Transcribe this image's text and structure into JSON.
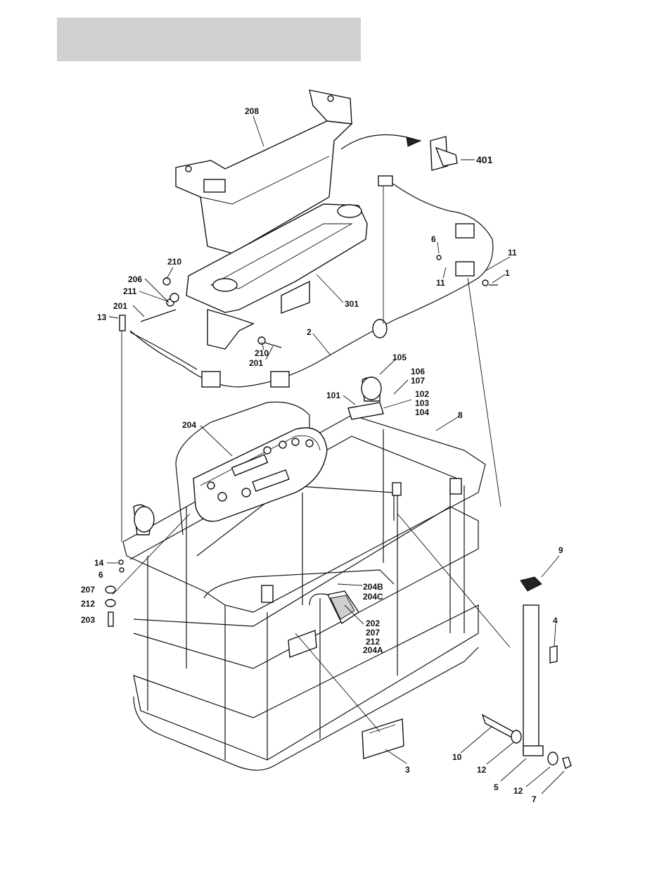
{
  "header": {
    "color": "#d0d0d0"
  },
  "callouts": [
    {
      "id": "c208",
      "text": "208"
    },
    {
      "id": "c401",
      "text": "401"
    },
    {
      "id": "c6a",
      "text": "6"
    },
    {
      "id": "c11a",
      "text": "11"
    },
    {
      "id": "c1",
      "text": "1"
    },
    {
      "id": "c11b",
      "text": "11"
    },
    {
      "id": "c210a",
      "text": "210"
    },
    {
      "id": "c206",
      "text": "206"
    },
    {
      "id": "c211",
      "text": "211"
    },
    {
      "id": "c201a",
      "text": "201"
    },
    {
      "id": "c13",
      "text": "13"
    },
    {
      "id": "c301",
      "text": "301"
    },
    {
      "id": "c2",
      "text": "2"
    },
    {
      "id": "c210b",
      "text": "210"
    },
    {
      "id": "c201b",
      "text": "201"
    },
    {
      "id": "c105",
      "text": "105"
    },
    {
      "id": "c106",
      "text": "106"
    },
    {
      "id": "c107",
      "text": "107"
    },
    {
      "id": "c101",
      "text": "101"
    },
    {
      "id": "c102",
      "text": "102"
    },
    {
      "id": "c103",
      "text": "103"
    },
    {
      "id": "c104",
      "text": "104"
    },
    {
      "id": "c204",
      "text": "204"
    },
    {
      "id": "c8",
      "text": "8"
    },
    {
      "id": "c9",
      "text": "9"
    },
    {
      "id": "c14",
      "text": "14"
    },
    {
      "id": "c6b",
      "text": "6"
    },
    {
      "id": "c207a",
      "text": "207"
    },
    {
      "id": "c212a",
      "text": "212"
    },
    {
      "id": "c203",
      "text": "203"
    },
    {
      "id": "c204B",
      "text": "204B"
    },
    {
      "id": "c204C",
      "text": "204C"
    },
    {
      "id": "c202",
      "text": "202"
    },
    {
      "id": "c207b",
      "text": "207"
    },
    {
      "id": "c212b",
      "text": "212"
    },
    {
      "id": "c204A",
      "text": "204A"
    },
    {
      "id": "c4",
      "text": "4"
    },
    {
      "id": "c3",
      "text": "3"
    },
    {
      "id": "c10",
      "text": "10"
    },
    {
      "id": "c12a",
      "text": "12"
    },
    {
      "id": "c5",
      "text": "5"
    },
    {
      "id": "c12b",
      "text": "12"
    },
    {
      "id": "c7",
      "text": "7"
    }
  ]
}
